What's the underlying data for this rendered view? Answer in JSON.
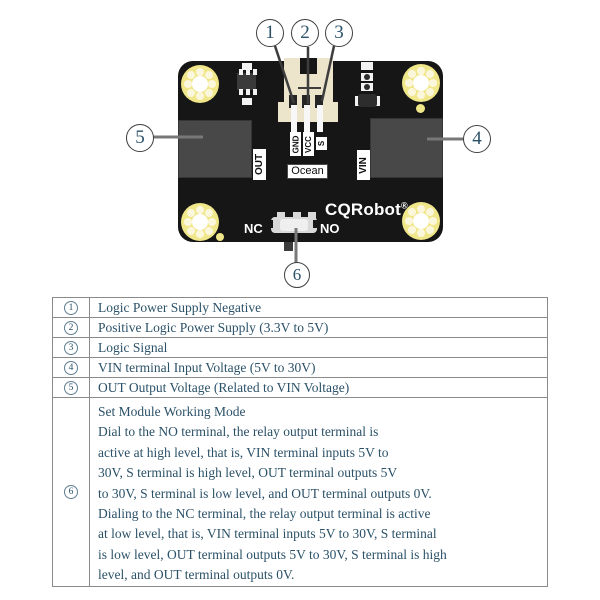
{
  "diagram": {
    "board": {
      "brand": "CQRobot",
      "brand_reg": "®",
      "silkscreen": {
        "gnd": "GND",
        "vcc": "VCC",
        "s": "S",
        "out": "OUT",
        "vin": "VIN",
        "ocean": "Ocean",
        "nc": "NC",
        "no": "NO"
      }
    },
    "callouts": [
      "1",
      "2",
      "3",
      "4",
      "5",
      "6"
    ]
  },
  "table": {
    "rows": [
      {
        "num": "1",
        "text": "Logic Power Supply Negative"
      },
      {
        "num": "2",
        "text": "Positive Logic Power Supply (3.3V to 5V)"
      },
      {
        "num": "3",
        "text": "Logic Signal"
      },
      {
        "num": "4",
        "text": "VIN terminal Input Voltage (5V to 30V)"
      },
      {
        "num": "5",
        "text": "OUT Output Voltage (Related to VIN Voltage)"
      },
      {
        "num": "6",
        "text": "Set Module Working Mode\nDial to the NO terminal, the relay output terminal is\nactive at high level, that is, VIN terminal inputs 5V to\n30V, S terminal is high level, OUT terminal outputs 5V\nto 30V, S terminal is low level, and OUT terminal outputs 0V.\nDialing to the NC terminal, the relay output terminal is active\nat low level, that is, VIN terminal inputs 5V to 30V, S terminal\nis low level, OUT terminal outputs 5V to 30V, S terminal is high\nlevel, and OUT terminal outputs 0V."
      }
    ]
  },
  "colors": {
    "text_blue": "#2b5168",
    "board_black": "#161616",
    "hole_yellow": "#f0e68a",
    "connector_cream": "#ece5cc",
    "terminal_gray": "#484848",
    "table_border": "#8a8a8a"
  }
}
